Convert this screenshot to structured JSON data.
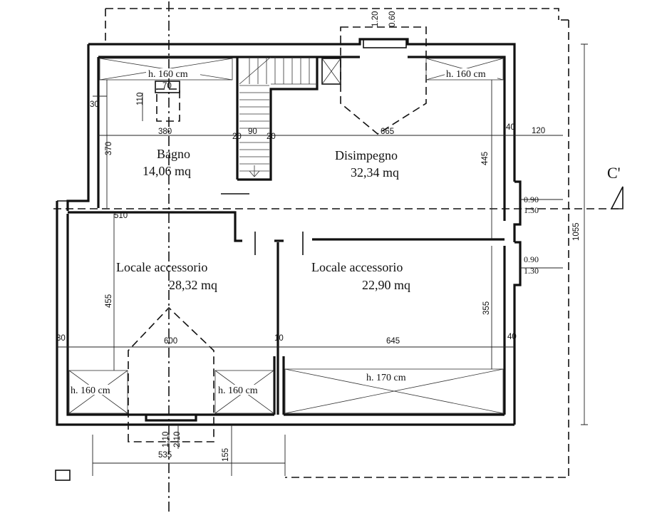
{
  "rooms": {
    "bagno": {
      "name": "Bagno",
      "area": "14,06 mq"
    },
    "disimpegno": {
      "name": "Disimpegno",
      "area": "32,34 mq"
    },
    "locale_left": {
      "name": "Locale accessorio",
      "area": "28,32 mq"
    },
    "locale_right": {
      "name": "Locale accessorio",
      "area": "22,90 mq"
    }
  },
  "heights": {
    "top_left": "h. 160 cm",
    "top_right": "h. 160 cm",
    "bottom_left_a": "h. 160 cm",
    "bottom_left_b": "h. 160 cm",
    "bottom_right": "h. 170 cm"
  },
  "dimensions": {
    "chimney_top": "1.20",
    "chimney_top_b": "0.60",
    "small_w": "70",
    "small_h": "110",
    "wall_30_top": "30",
    "bagno_w": "380",
    "bagno_h": "370",
    "stair_20a": "20",
    "stair_90": "90",
    "stair_20b": "20",
    "disimpegno_w": "665",
    "wall_40_top": "40",
    "ext_120": "120",
    "disimpegno_h": "445",
    "total_h": "1055",
    "win1_a": "0.90",
    "win1_b": "1.30",
    "win2_a": "0.90",
    "win2_b": "1.30",
    "mid_wall": "10",
    "left_h": "455",
    "right_h": "355",
    "wall_30_bottom": "30",
    "left_w": "600",
    "mid_10": "10",
    "right_w": "645",
    "wall_40_bottom": "40",
    "bot_110": "1.10",
    "bot_210": "2.10",
    "porch_w": "535",
    "porch_h": "155",
    "top_510": "510"
  },
  "section_mark": "C'"
}
